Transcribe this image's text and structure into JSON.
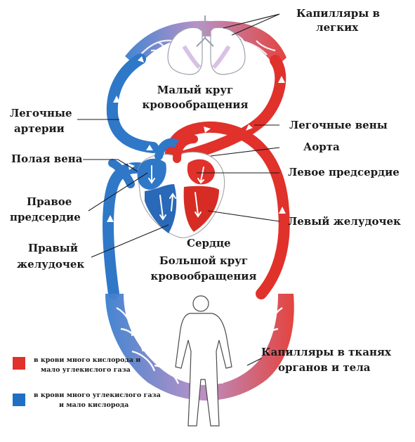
{
  "labels": {
    "lung_capillaries": [
      "Капилляры в",
      "легких"
    ],
    "pulmonary_circulation": [
      "Малый круг",
      "кровообращения"
    ],
    "pulmonary_arteries": [
      "Легочные",
      "артерии"
    ],
    "pulmonary_veins": "Легочные вены",
    "aorta": "Аорта",
    "vena_cava": "Полая вена",
    "left_atrium": "Левое предсердие",
    "right_atrium": [
      "Правое",
      "предсердие"
    ],
    "left_ventricle": "Левый желудочек",
    "right_ventricle": [
      "Правый",
      "желудочек"
    ],
    "heart": "Сердце",
    "systemic_circulation": [
      "Большой круг",
      "кровообращения"
    ],
    "body_capillaries": [
      "Капилляры в тканях",
      "органов и тела"
    ]
  },
  "legend": {
    "oxygenated": {
      "color": "#e0312b",
      "lines": [
        "в крови много кислорода и",
        "мало углекислого газа"
      ]
    },
    "deoxygenated": {
      "color": "#1f6fc4",
      "lines": [
        "в крови много углекислого газа",
        "и мало кислорода"
      ]
    }
  },
  "colors": {
    "arterial": "#e0312b",
    "venous": "#2f78c8",
    "mixed": "#b58cc4"
  }
}
